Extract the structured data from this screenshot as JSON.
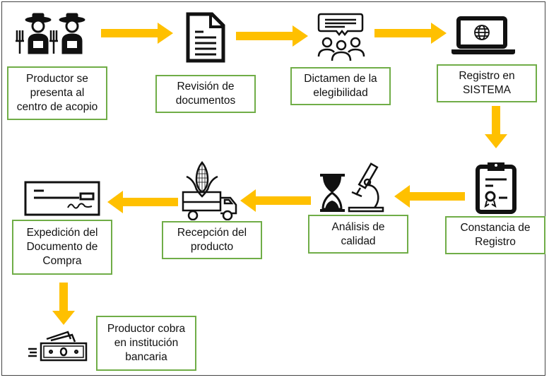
{
  "diagram": {
    "colors": {
      "box_border": "#70ad47",
      "arrow": "#ffc000",
      "icon": "#111111"
    },
    "steps": [
      {
        "id": 1,
        "label": "Productor se\npresenta al\ncentro de acopio",
        "icon": "farmers-icon"
      },
      {
        "id": 2,
        "label": "Revisión de\ndocumentos",
        "icon": "document-icon"
      },
      {
        "id": 3,
        "label": "Dictamen de la\nelegibilidad",
        "icon": "meeting-icon"
      },
      {
        "id": 4,
        "label": "Registro en\nSISTEMA",
        "icon": "laptop-globe-icon"
      },
      {
        "id": 5,
        "label": "Constancia de\nRegistro",
        "icon": "certificate-clipboard-icon"
      },
      {
        "id": 6,
        "label": "Análisis de\ncalidad",
        "icon": "hourglass-microscope-icon"
      },
      {
        "id": 7,
        "label": "Recepción del\nproducto",
        "icon": "corn-truck-icon"
      },
      {
        "id": 8,
        "label": "Expedición del\nDocumento de\nCompra",
        "icon": "check-document-icon"
      },
      {
        "id": 9,
        "label": "Productor cobra\nen institución\nbancaria",
        "icon": "money-icon"
      }
    ],
    "flow": [
      "1→2",
      "2→3",
      "3→4",
      "4→5",
      "5→6",
      "6→7",
      "7→8",
      "8→9"
    ]
  }
}
